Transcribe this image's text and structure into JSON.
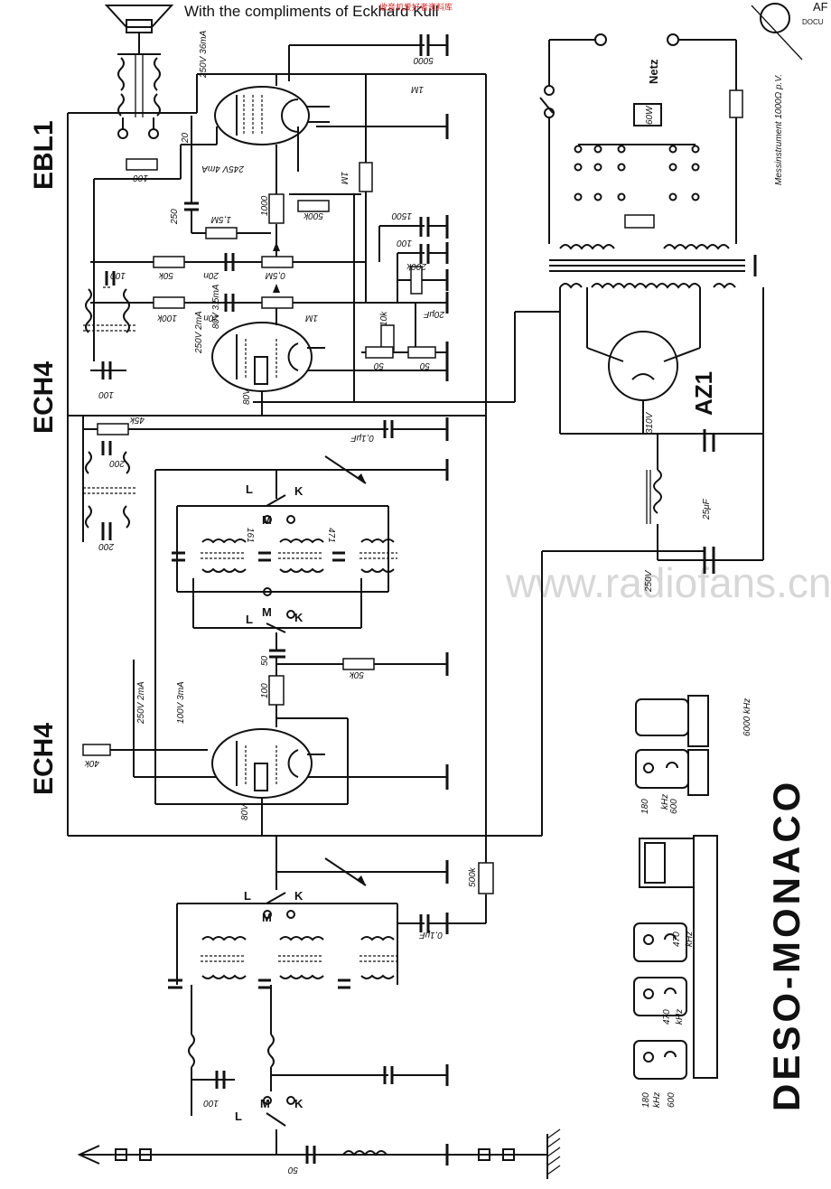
{
  "header": {
    "compliments_text": "With the compliments of Eckhard Kull",
    "watermark_cn": "收音机爱好者资料库",
    "watermark_site": "www.radiofans.cn",
    "corner_logo_text": "AF",
    "corner_logo_sub": "DOCU"
  },
  "tubes": {
    "output": "EBL1",
    "if_mixer": "ECH4",
    "rf_mixer": "ECH4",
    "rectifier": "AZ1"
  },
  "title": "DESO-MONACO",
  "power": {
    "mains_label": "Netz",
    "lamp_rating": "60W",
    "meter_note": "Messinstrument 1000Ω p.V.",
    "filter_cap": "25μF",
    "rectified_voltage": "310V",
    "hv_voltage": "250V"
  },
  "band_switch": {
    "long": "L",
    "medium": "M",
    "short": "K"
  },
  "voltages": {
    "ebl1_plate": "250V 36mA",
    "ebl1_screen": "245V 4mA",
    "ech4_if_plate": "250V 2mA",
    "ech4_if_triode": "80V 3.5mA",
    "ech4_if_cathode": "80V",
    "ech4_rf_plate": "250V 2mA",
    "ech4_rf_screen": "100V 3mA",
    "ech4_rf_cathode": "80V"
  },
  "components": {
    "c5000": "5000",
    "r1M_top": "1M",
    "r1M_mid": "1M",
    "c20": "20",
    "r100": "100",
    "c250": "250",
    "r15M": "1,5M",
    "r1000": "1000",
    "r500k": "500k",
    "c1500": "1500",
    "c100_a": "100",
    "r200k": "200k",
    "c20uF": "20μF",
    "r10k": "10k",
    "r50_a": "50",
    "r50_b": "50",
    "c100_b": "100",
    "r50k_a": "50k",
    "c20n": "20n",
    "pot05M": "0,5M",
    "r100k": "100k",
    "c20n_b": "20n",
    "pot1M": "1M",
    "c100_c": "100",
    "r45k": "45k",
    "c01uF_a": "0,1μF",
    "c200_a": "200",
    "c200_b": "200",
    "c161": "161",
    "c471": "471",
    "c50_a": "50",
    "r50k_b": "50k",
    "r100_b": "100",
    "r40k": "40k",
    "r500k_b": "500k",
    "c01uF_b": "0,1μF",
    "c100_d": "100",
    "c50_b": "50"
  },
  "inserts": {
    "top": "6000 kHz",
    "mid_pair": [
      "180",
      "kHz",
      "600"
    ],
    "coil_a": [
      "470",
      "kHz"
    ],
    "coil_b": [
      "470",
      "kHz"
    ],
    "coil_c": [
      "180",
      "kHz",
      "600"
    ]
  }
}
